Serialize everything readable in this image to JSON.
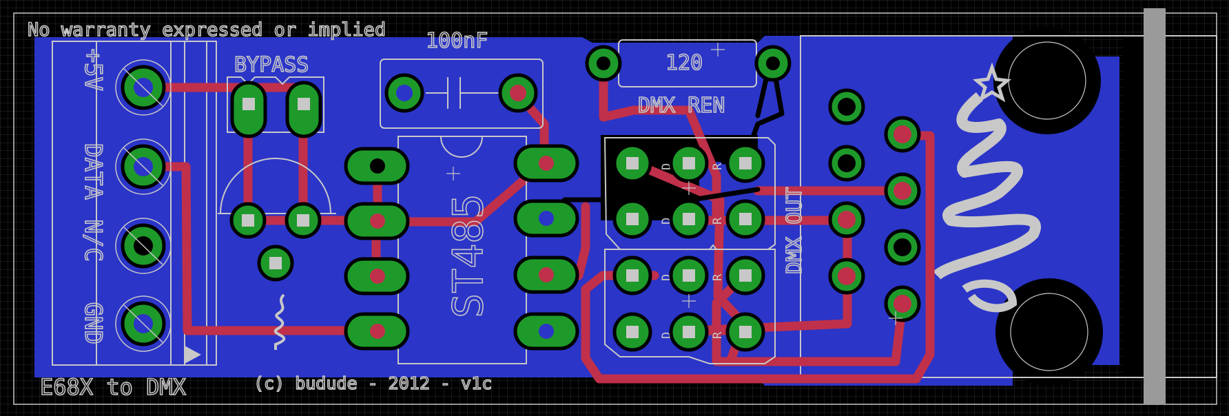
{
  "colors": {
    "background": "#000000",
    "grid": "#2e2e2e",
    "copper_pour": "#2b35c8",
    "trace": "#c0304a",
    "pad": "#1e9a2a",
    "silkscreen": "#c8c8c8"
  },
  "labels": {
    "warranty": "No warranty expressed or implied",
    "cap_value": "100nF",
    "resistor_value": "120",
    "resistor_name": "DMX REN",
    "jumper_name": "BYPASS",
    "ic_name": "ST485",
    "output_name": "DMX OUT",
    "board_title": "E68X to DMX",
    "credit": "(c) budude - 2012 - v1c",
    "terminal_pins": [
      "+5V",
      "DATA",
      "N/C",
      "GND"
    ],
    "header_marks": [
      "D",
      "R"
    ]
  }
}
